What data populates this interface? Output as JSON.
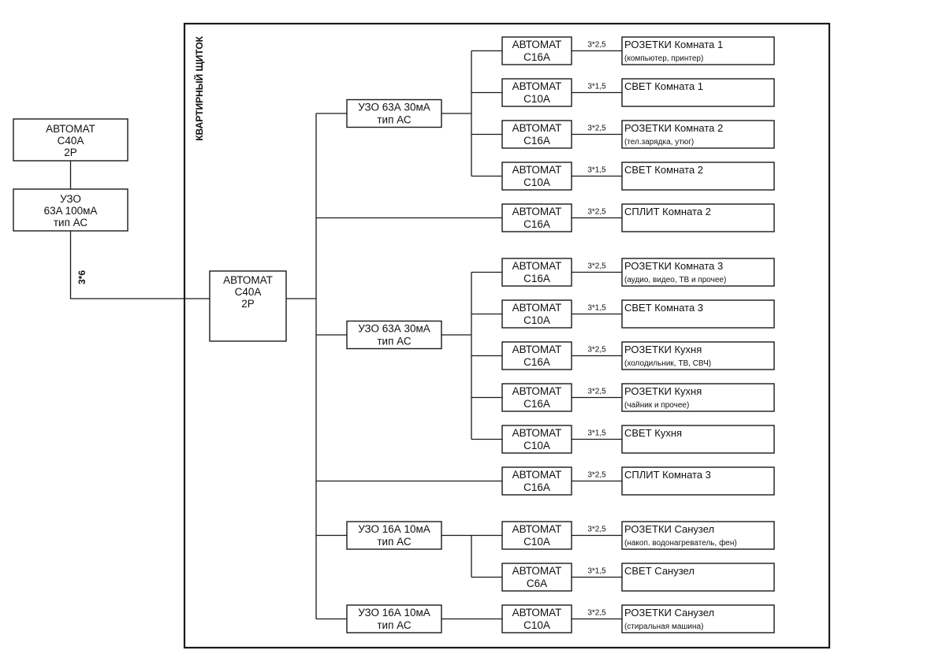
{
  "panel_title": "КВАРТИРНЫЙ ЩИТОК",
  "input_breaker": {
    "lines": [
      "АВТОМАТ",
      "C40A",
      "2P"
    ]
  },
  "input_rcd": {
    "lines": [
      "УЗО",
      "63A 100мА",
      "тип АС"
    ]
  },
  "feed_cable": "3*6",
  "main_breaker": {
    "lines": [
      "АВТОМАТ",
      "C40A",
      "2P"
    ]
  },
  "groups": [
    {
      "rcd": [
        "УЗО 63А 30мА",
        "тип АС"
      ],
      "branches": [
        {
          "breaker": [
            "АВТОМАТ",
            "C16A"
          ],
          "cable": "3*2,5",
          "load": "РОЗЕТКИ Комната 1",
          "note": "(компьютер, принтер)"
        },
        {
          "breaker": [
            "АВТОМАТ",
            "C10A"
          ],
          "cable": "3*1,5",
          "load": "СВЕТ Комната 1",
          "note": ""
        },
        {
          "breaker": [
            "АВТОМАТ",
            "C16A"
          ],
          "cable": "3*2,5",
          "load": "РОЗЕТКИ Комната 2",
          "note": "(тел.зарядка, утюг)"
        },
        {
          "breaker": [
            "АВТОМАТ",
            "C10A"
          ],
          "cable": "3*1,5",
          "load": "СВЕТ Комната 2",
          "note": ""
        }
      ]
    },
    {
      "rcd": null,
      "branches": [
        {
          "breaker": [
            "АВТОМАТ",
            "C16A"
          ],
          "cable": "3*2,5",
          "load": "СПЛИТ Комната 2",
          "note": ""
        }
      ]
    },
    {
      "rcd": [
        "УЗО 63А 30мА",
        "тип АС"
      ],
      "branches": [
        {
          "breaker": [
            "АВТОМАТ",
            "C16A"
          ],
          "cable": "3*2,5",
          "load": "РОЗЕТКИ Комната 3",
          "note": "(аудио, видео, ТВ и прочее)"
        },
        {
          "breaker": [
            "АВТОМАТ",
            "C10A"
          ],
          "cable": "3*1,5",
          "load": "СВЕТ Комната 3",
          "note": ""
        },
        {
          "breaker": [
            "АВТОМАТ",
            "C16A"
          ],
          "cable": "3*2,5",
          "load": "РОЗЕТКИ Кухня",
          "note": "(холодильник, ТВ, СВЧ)"
        },
        {
          "breaker": [
            "АВТОМАТ",
            "C16A"
          ],
          "cable": "3*2,5",
          "load": "РОЗЕТКИ Кухня",
          "note": "(чайник и прочее)"
        },
        {
          "breaker": [
            "АВТОМАТ",
            "C10A"
          ],
          "cable": "3*1,5",
          "load": "СВЕТ Кухня",
          "note": ""
        }
      ]
    },
    {
      "rcd": null,
      "branches": [
        {
          "breaker": [
            "АВТОМАТ",
            "C16A"
          ],
          "cable": "3*2,5",
          "load": "СПЛИТ Комната 3",
          "note": ""
        }
      ]
    },
    {
      "rcd": [
        "УЗО 16А 10мА",
        "тип АС"
      ],
      "branches": [
        {
          "breaker": [
            "АВТОМАТ",
            "C10A"
          ],
          "cable": "3*2,5",
          "load": "РОЗЕТКИ Санузел",
          "note": "(накоп. водонагреватель, фен)"
        },
        {
          "breaker": [
            "АВТОМАТ",
            "C6A"
          ],
          "cable": "3*1,5",
          "load": "СВЕТ Санузел",
          "note": ""
        }
      ]
    },
    {
      "rcd": [
        "УЗО 16А 10мА",
        "тип АС"
      ],
      "branches": [
        {
          "breaker": [
            "АВТОМАТ",
            "C10A"
          ],
          "cable": "3*2,5",
          "load": "РОЗЕТКИ Санузел",
          "note": "(стиральная машина)"
        }
      ]
    }
  ]
}
